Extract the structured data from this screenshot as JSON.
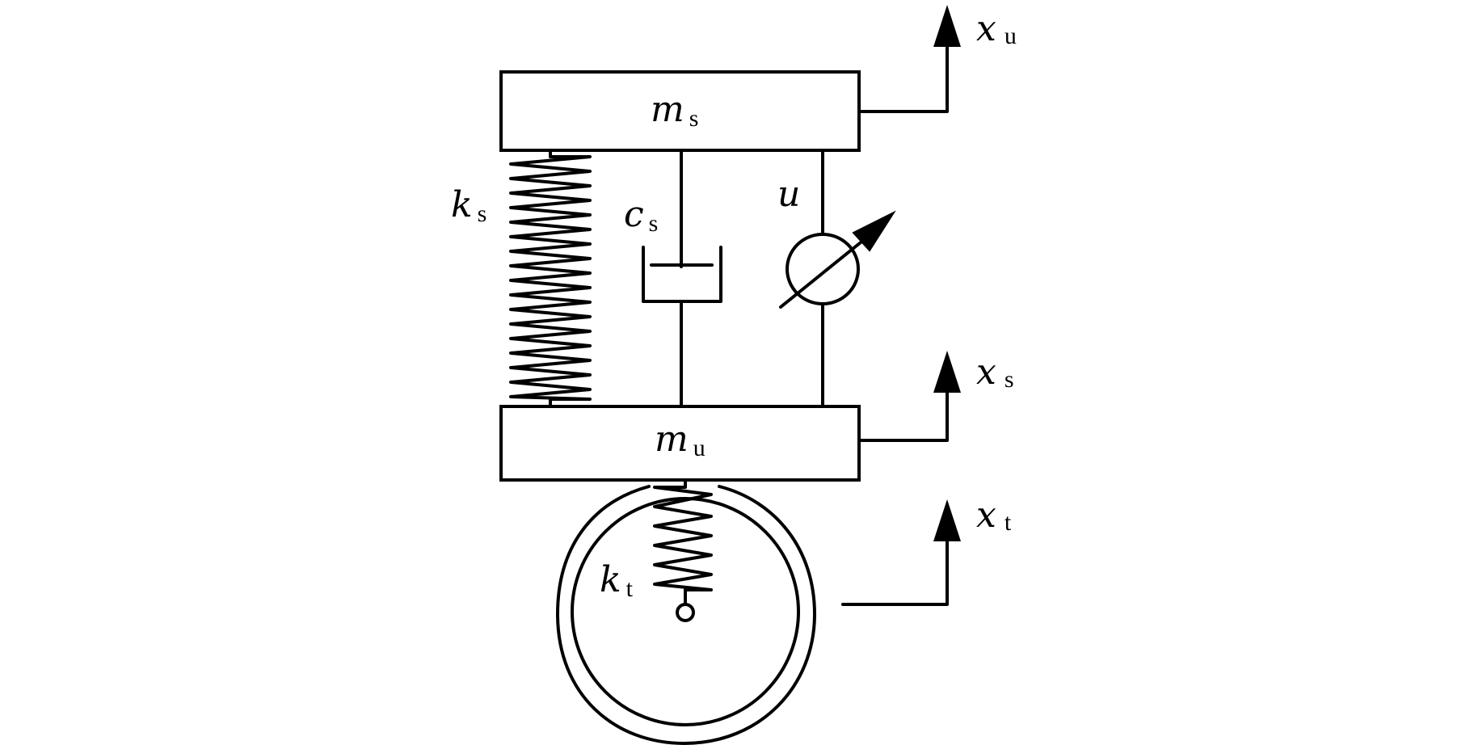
{
  "labels": {
    "sprung_mass": {
      "symbol": "m",
      "subscript": "s"
    },
    "unsprung_mass": {
      "symbol": "m",
      "subscript": "u"
    },
    "suspension_spring": {
      "symbol": "k",
      "subscript": "s"
    },
    "damper": {
      "symbol": "c",
      "subscript": "s"
    },
    "actuator": {
      "symbol": "u",
      "subscript": ""
    },
    "tire_spring": {
      "symbol": "k",
      "subscript": "t"
    },
    "disp_top": {
      "symbol": "x",
      "subscript": "u"
    },
    "disp_mid": {
      "symbol": "x",
      "subscript": "s"
    },
    "disp_bottom": {
      "symbol": "x",
      "subscript": "t"
    }
  },
  "colors": {
    "line": "#000000",
    "background": "#ffffff"
  }
}
